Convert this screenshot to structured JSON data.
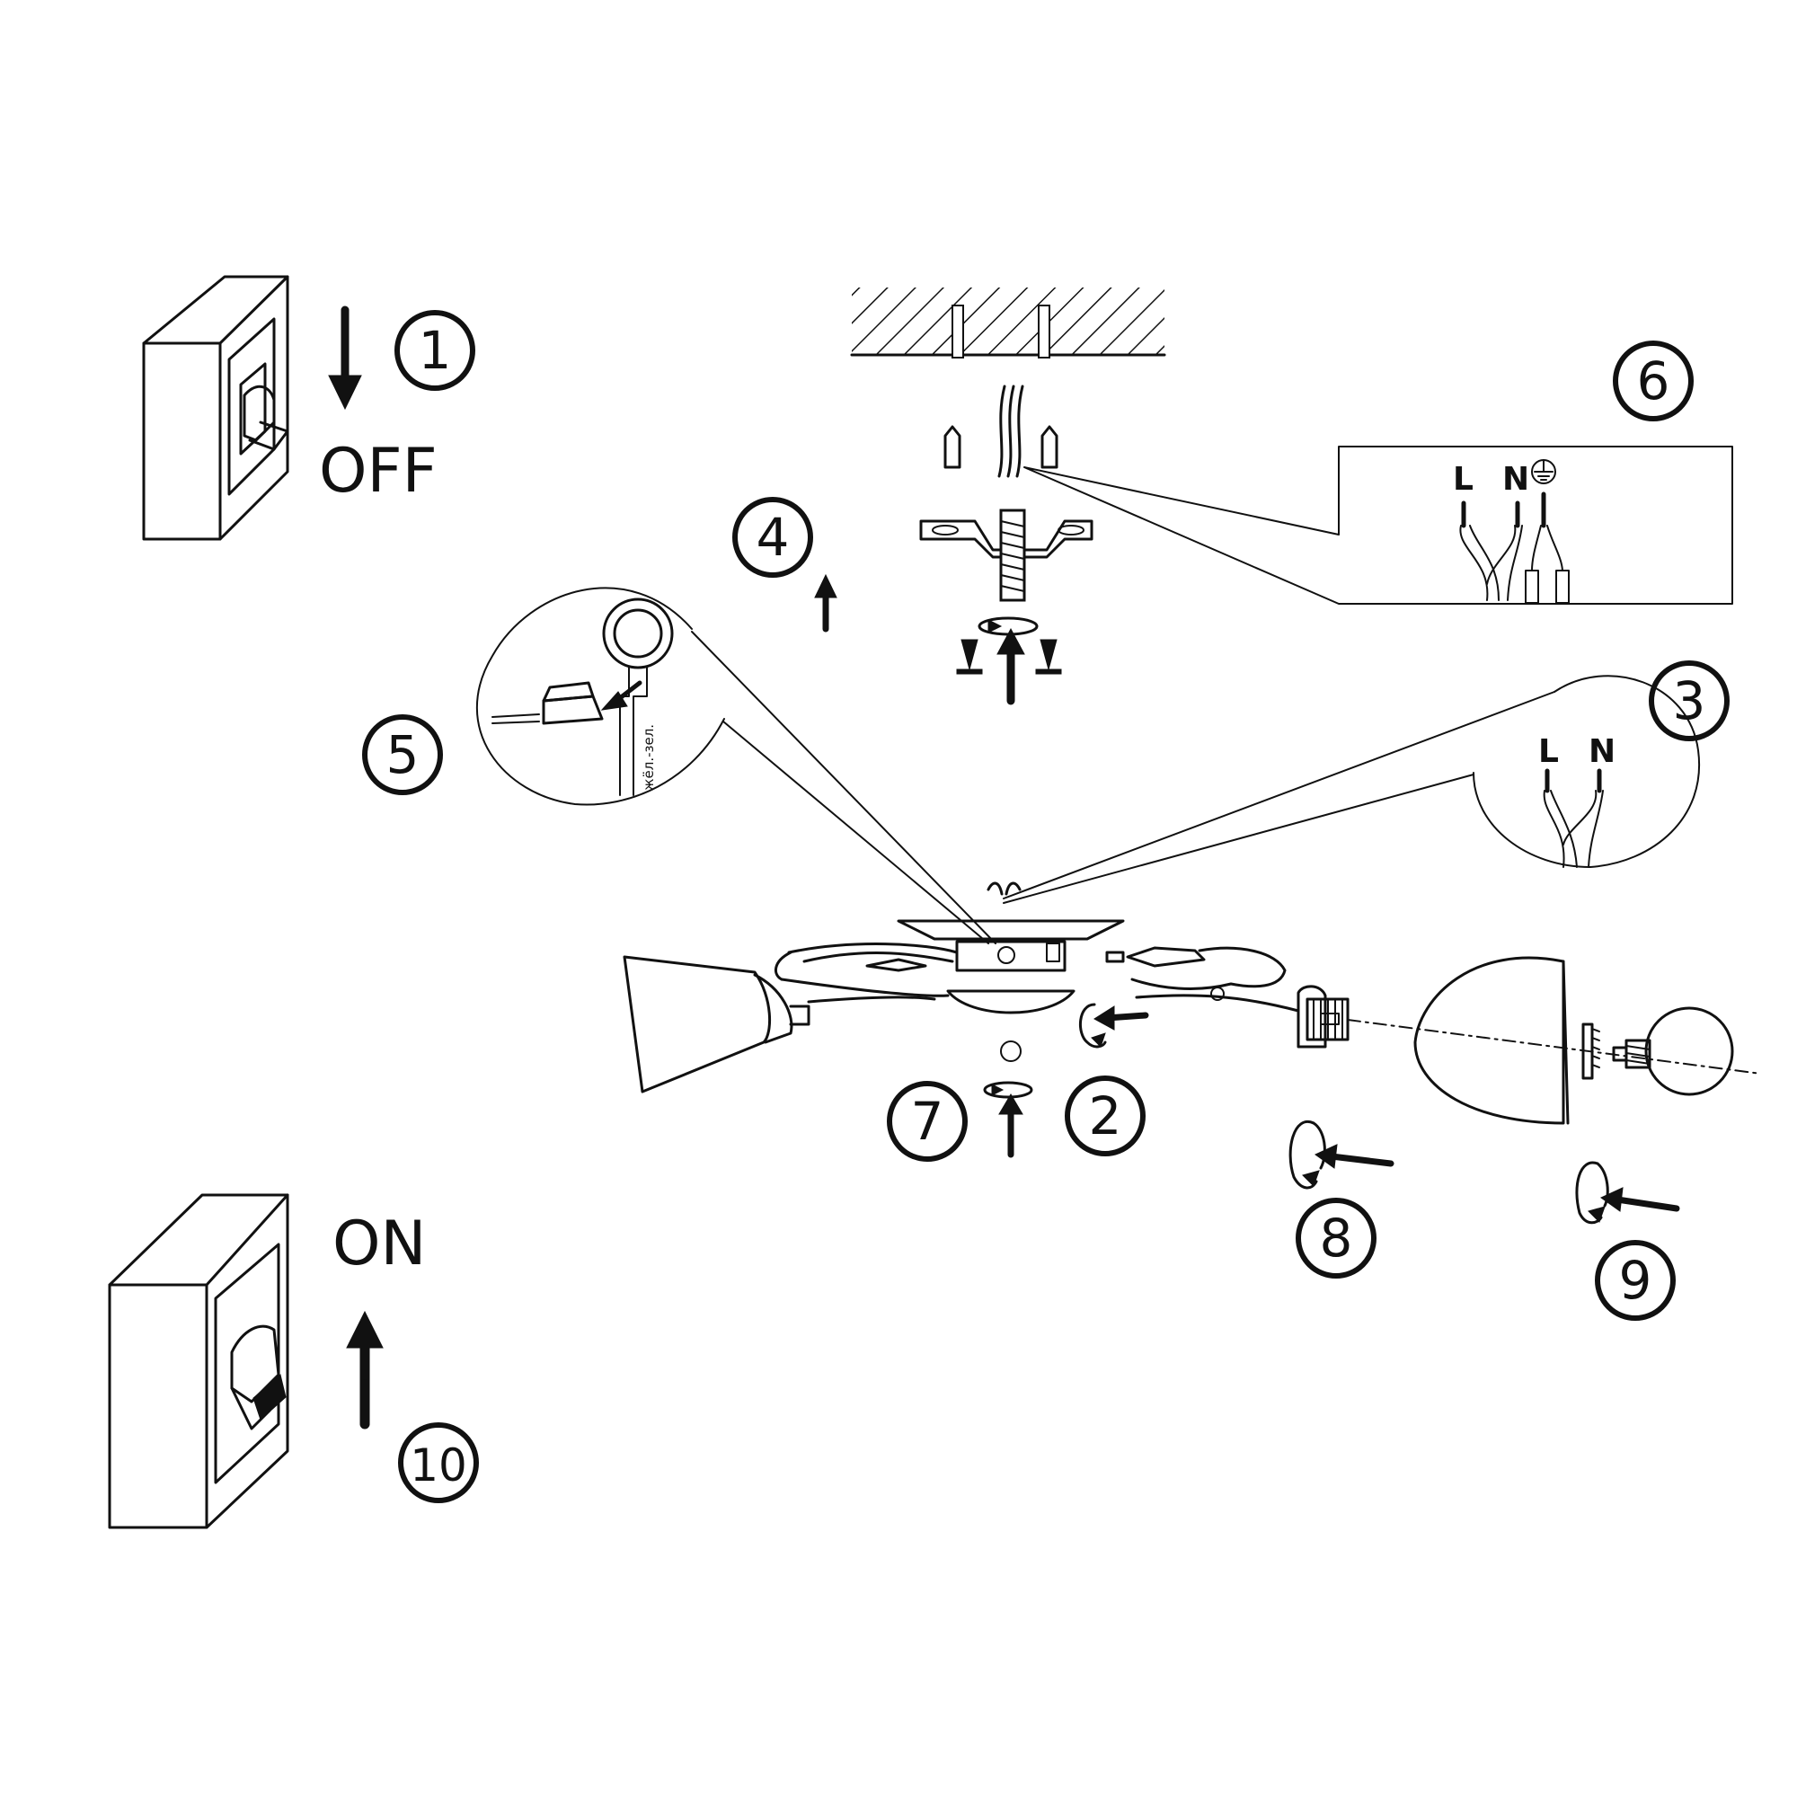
{
  "switch_off": {
    "label": "OFF",
    "step": "1"
  },
  "switch_on": {
    "label": "ON",
    "step": "10"
  },
  "steps": {
    "s2": "2",
    "s3": "3",
    "s4": "4",
    "s5": "5",
    "s6": "6",
    "s7": "7",
    "s8": "8",
    "s9": "9"
  },
  "wiring_mains": {
    "live": "L",
    "neutral": "N",
    "earth_icon": "ground-symbol-icon"
  },
  "wiring_fixture": {
    "live": "L",
    "neutral": "N"
  },
  "ground_detail": {
    "wire_label": "жёл.-зел."
  }
}
